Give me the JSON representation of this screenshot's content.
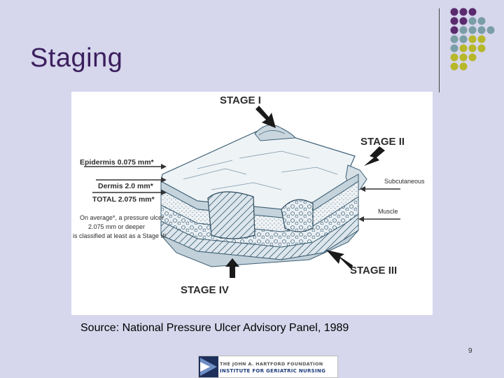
{
  "slide": {
    "title": "Staging",
    "source": "Source: National Pressure Ulcer Advisory Panel, 1989",
    "page_number": "9"
  },
  "figure": {
    "stage1": "STAGE I",
    "stage2": "STAGE II",
    "stage3": "STAGE III",
    "stage4": "STAGE IV",
    "epidermis": "Epidermis 0.075 mm*",
    "dermis": "Dermis 2.0 mm*",
    "total": "TOTAL 2.075 mm*",
    "note_line1": "On average*, a pressure ulcer",
    "note_line2": "2.075 mm or deeper",
    "note_line3": "is classified at least as a Stage III.",
    "subcutaneous": "Subcutaneous",
    "muscle": "Muscle"
  },
  "logo": {
    "line1": "THE JOHN A. HARTFORD FOUNDATION",
    "line2": "INSTITUTE FOR GERIATRIC NURSING"
  },
  "colors": {
    "background": "#d6d6ec",
    "title": "#3b1f5e",
    "dot_purple": "#5b2a6e",
    "dot_teal": "#7a9ea6",
    "dot_olive": "#b6b82a"
  }
}
